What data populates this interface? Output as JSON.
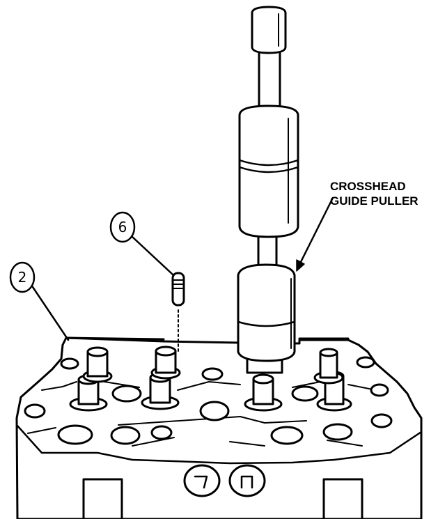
{
  "labels": {
    "tool_line1": "CROSSHEAD",
    "tool_line2": "GUIDE PULLER"
  },
  "callouts": {
    "item_2": "2",
    "item_6": "6"
  }
}
